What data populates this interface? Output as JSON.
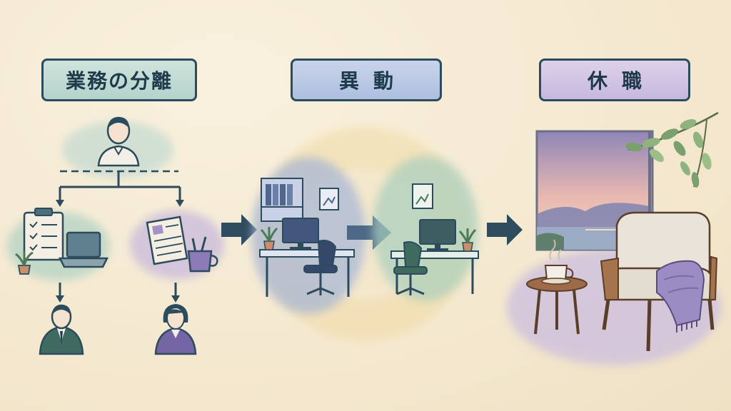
{
  "sections": [
    {
      "id": "separation",
      "label": "業務の分離"
    },
    {
      "id": "transfer",
      "label": "異動"
    },
    {
      "id": "leave",
      "label": "休職"
    }
  ],
  "colors": {
    "background": "#f6ecd6",
    "outline": "#2c4b5c",
    "separation_wash": "#b5d3cc",
    "transfer_wash": "#aebfdf",
    "leave_wash": "#c6b8de",
    "arrow": "#2f4b5e"
  }
}
